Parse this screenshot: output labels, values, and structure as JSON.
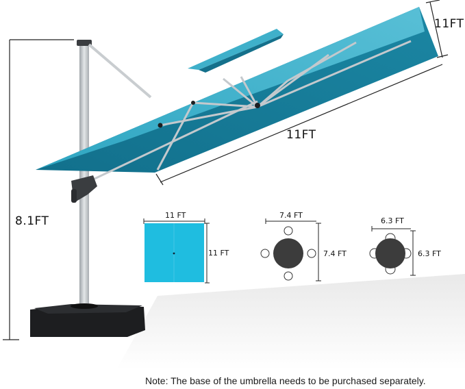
{
  "product": {
    "type": "cantilever patio umbrella (square, double-top canopy)",
    "canopy_color": "#1f98b5",
    "frame_color": "#c7ccd0",
    "base_color": "#1d1e20"
  },
  "dimensions": {
    "height_label": "8.1FT",
    "canopy_depth_label": "11FT",
    "canopy_width_label": "11FT"
  },
  "diagrams": [
    {
      "name": "canopy-top-view",
      "width_label": "11 FT",
      "height_label": "11 FT",
      "fill": "#1fbde0"
    },
    {
      "name": "table-4-seats-large",
      "width_label": "7.4 FT",
      "height_label": "7.4 FT",
      "table_fill": "#3c3c3c"
    },
    {
      "name": "table-4-seats-small",
      "width_label": "6.3 FT",
      "height_label": "6.3 FT",
      "table_fill": "#3c3c3c"
    }
  ],
  "note": "Note: The base of the umbrella needs to be purchased separately."
}
